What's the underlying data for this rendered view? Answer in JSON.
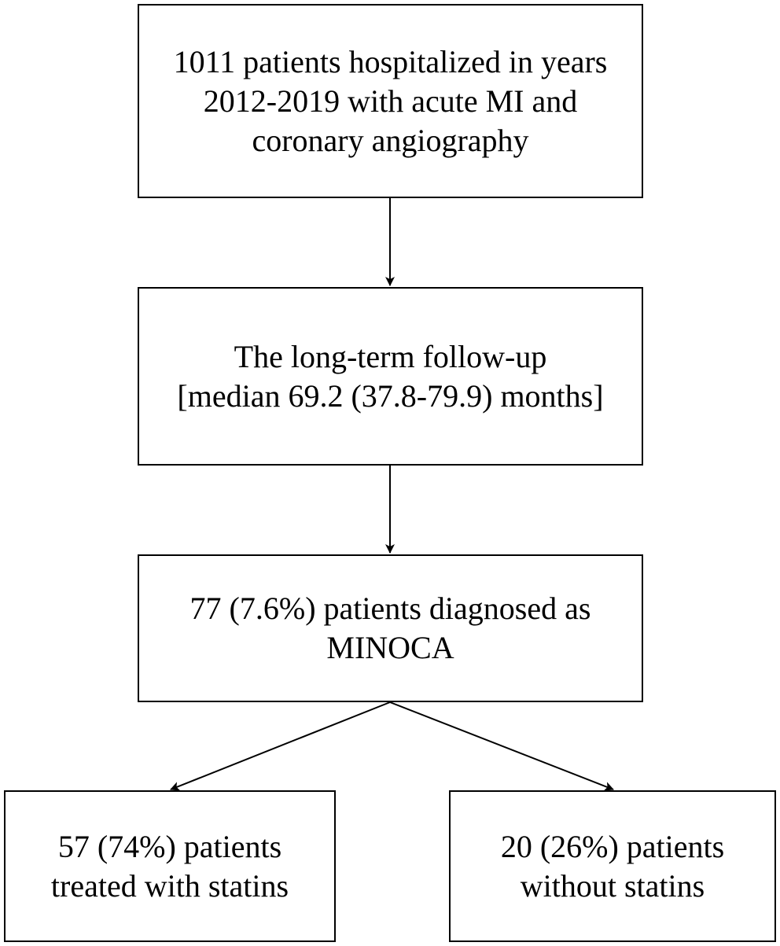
{
  "boxes": {
    "enrollment": {
      "lines": [
        "1011 patients hospitalized in years",
        "2012-2019 with acute MI and",
        "coronary angiography"
      ]
    },
    "follow_up": {
      "lines": [
        "The long-term follow-up",
        "[median 69.2 (37.8-79.9) months]"
      ]
    },
    "minoca": {
      "lines": [
        "77 (7.6%) patients diagnosed as",
        "MINOCA"
      ]
    },
    "statins": {
      "lines": [
        "57 (74%) patients",
        "treated with statins"
      ]
    },
    "no_statins": {
      "lines": [
        "20 (26%) patients",
        "without statins"
      ]
    }
  },
  "colors": {
    "stroke": "#000000",
    "background": "#ffffff"
  }
}
